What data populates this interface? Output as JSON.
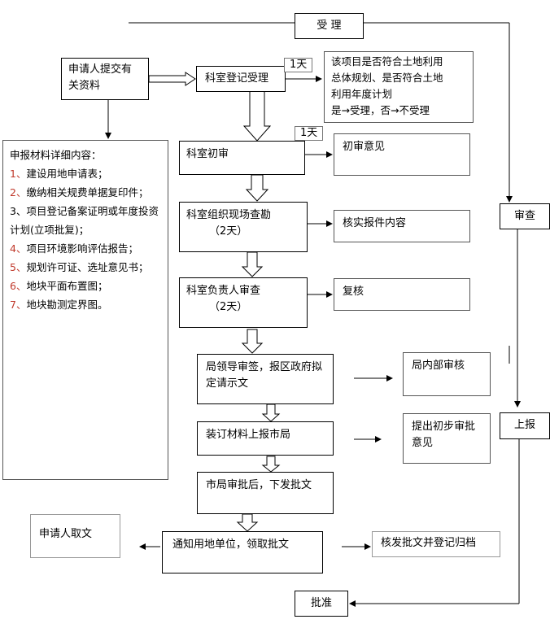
{
  "accept": "受  理",
  "applicant_submit": "申请人提交有关资料",
  "section_register": "科室登记受理",
  "day1": "1天",
  "day1b": "1天",
  "check_note_lines": [
    "该项目是否符合土地利用",
    "总体规划、是否符合土地",
    "利用年度计划",
    "是→受理，否→不受理"
  ],
  "first_review": "科室初审",
  "first_opinion": "初审意见",
  "site_survey_line1": "科室组织现场查勘",
  "site_survey_line2": "（2天）",
  "verify_content": "核实报件内容",
  "head_review_line1": "科室负责人审查",
  "head_review_line2": "（2天）",
  "recheck": "复核",
  "bureau_sign": "局领导审签，报区政府拟定请示文",
  "internal_review": "局内部审核",
  "bind_submit": "装订材料上报市局",
  "preliminary_opinion": "提出初步审批意见",
  "city_approval": "市局审批后，下发批文",
  "notify_unit": "通知用地单位，领取批文",
  "applicant_get": "申请人取文",
  "issue_archive": "核发批文并登记归档",
  "examine": "审查",
  "report_up": "上报",
  "approve": "批准",
  "materials": {
    "title": "申报材料详细内容：",
    "items": [
      {
        "num": "1、",
        "text": "建设用地申请表；"
      },
      {
        "num": "2、",
        "text": "缴纳相关规费单据复印件；"
      },
      {
        "num": "3、",
        "text": "项目登记备案证明或年度投资计划(立项批复)；"
      },
      {
        "num": "4、",
        "text": "项目环境影响评估报告；"
      },
      {
        "num": "5、",
        "text": "规划许可证、选址意见书；"
      },
      {
        "num": "6、",
        "text": "地块平面布置图；"
      },
      {
        "num": "7、",
        "text": "地块勘测定界图。"
      }
    ]
  }
}
